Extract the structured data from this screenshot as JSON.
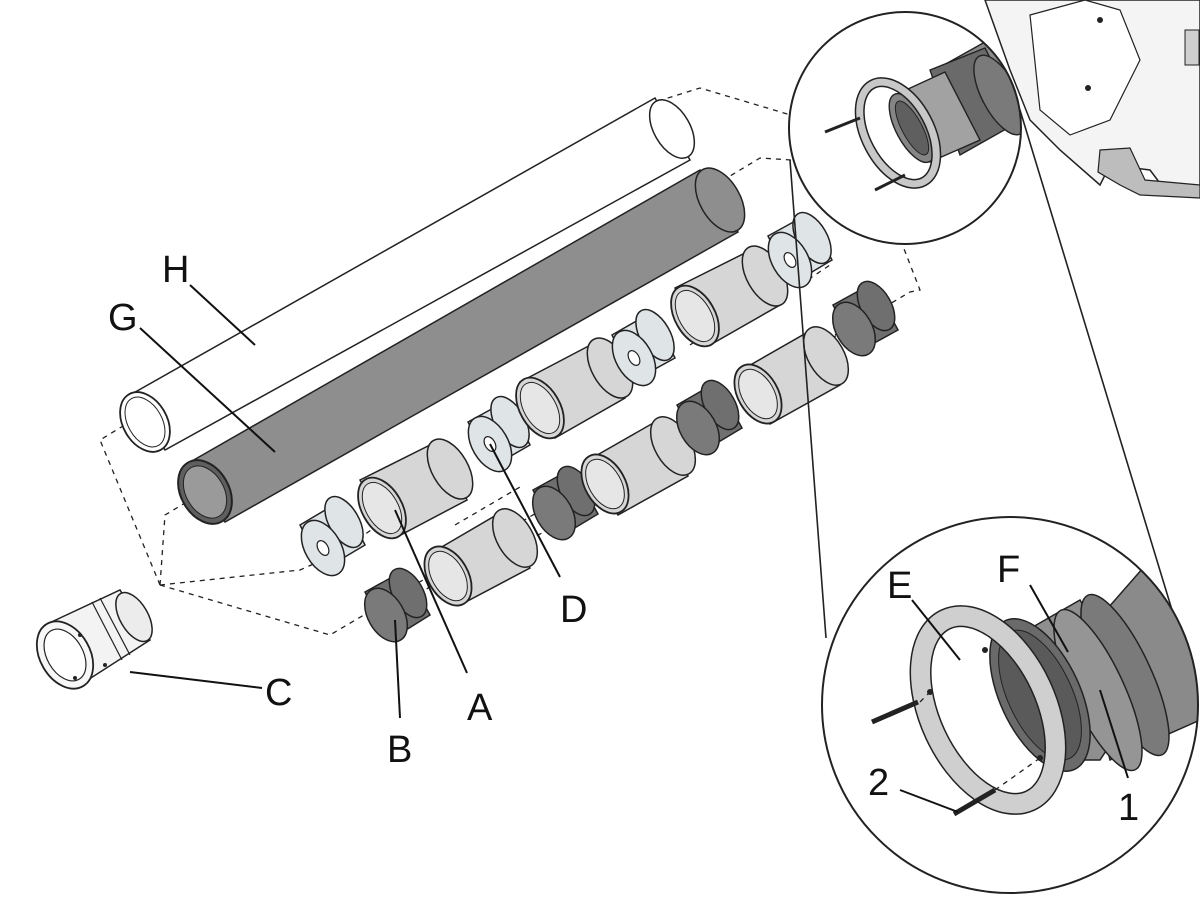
{
  "colors": {
    "background": "#ffffff",
    "line": "#222222",
    "white_part": "#ffffff",
    "light_gray": "#d6d6d6",
    "pale_blue_gray": "#dfe4e6",
    "medium_gray": "#9a9a9a",
    "dark_gray": "#6f6f6f"
  },
  "callouts": {
    "H": "H",
    "G": "G",
    "C": "C",
    "B": "B",
    "A": "A",
    "D": "D",
    "E": "E",
    "F": "F",
    "n1": "1",
    "n2": "2"
  }
}
